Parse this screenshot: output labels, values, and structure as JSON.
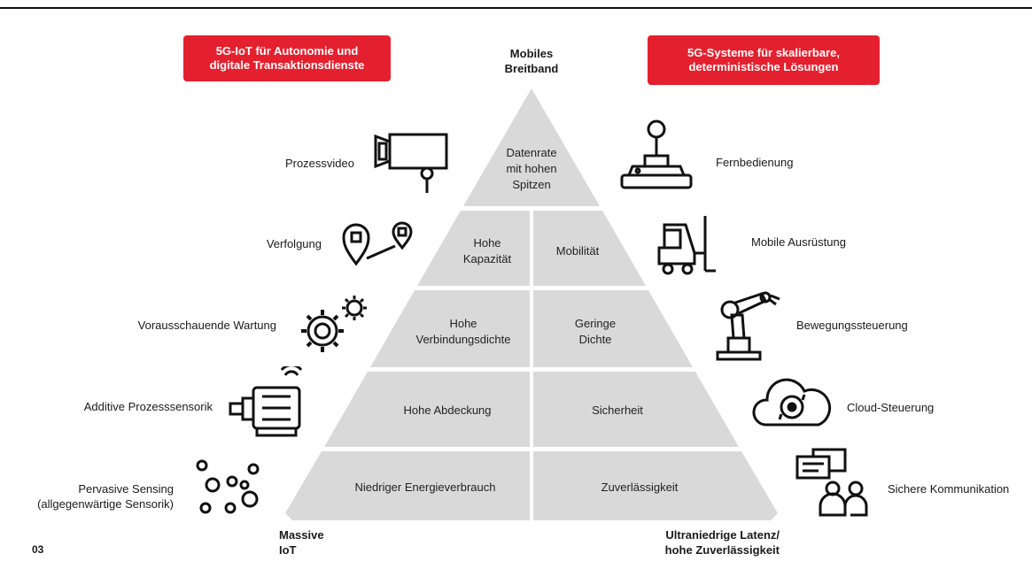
{
  "banners": {
    "left": "5G-IoT für Autonomie und\ndigitale Transaktionsdienste",
    "right": "5G-Systeme für skalierbare,\ndeterministische Lösungen"
  },
  "corners": {
    "top": "Mobiles\nBreitband",
    "bottom_left": "Massive\nIoT",
    "bottom_right": "Ultraniedrige Latenz/\nhohe Zuverlässigkeit"
  },
  "pyramid": {
    "apex": "Datenrate\nmit hohen\nSpitzen",
    "tiers": [
      {
        "left": "Hohe\nKapazität",
        "right": "Mobilität"
      },
      {
        "left": "Hohe\nVerbindungsdichte",
        "right": "Geringe\nDichte"
      },
      {
        "left": "Hohe Abdeckung",
        "right": "Sicherheit"
      },
      {
        "left": "Niedriger Energieverbrauch",
        "right": "Zuverlässigkeit"
      }
    ]
  },
  "left_use_cases": [
    {
      "label": "Prozessvideo",
      "icon": "video-camera-icon"
    },
    {
      "label": "Verfolgung",
      "icon": "location-tracking-icon"
    },
    {
      "label": "Vorausschauende Wartung",
      "icon": "gears-icon"
    },
    {
      "label": "Additive Prozesssensorik",
      "icon": "motor-sensor-icon"
    },
    {
      "label": "Pervasive Sensing\n(allgegenwärtige Sensorik)",
      "icon": "sensor-dots-icon"
    }
  ],
  "right_use_cases": [
    {
      "label": "Fernbedienung",
      "icon": "joystick-icon"
    },
    {
      "label": "Mobile Ausrüstung",
      "icon": "forklift-icon"
    },
    {
      "label": "Bewegungssteuerung",
      "icon": "robot-arm-icon"
    },
    {
      "label": "Cloud-Steuerung",
      "icon": "cloud-sync-icon"
    },
    {
      "label": "Sichere Kommunikation",
      "icon": "chat-users-icon"
    }
  ],
  "page_number": "03",
  "colors": {
    "accent": "#e5202e",
    "pyramid": "#d9d9d9",
    "text": "#1a1a1a"
  }
}
